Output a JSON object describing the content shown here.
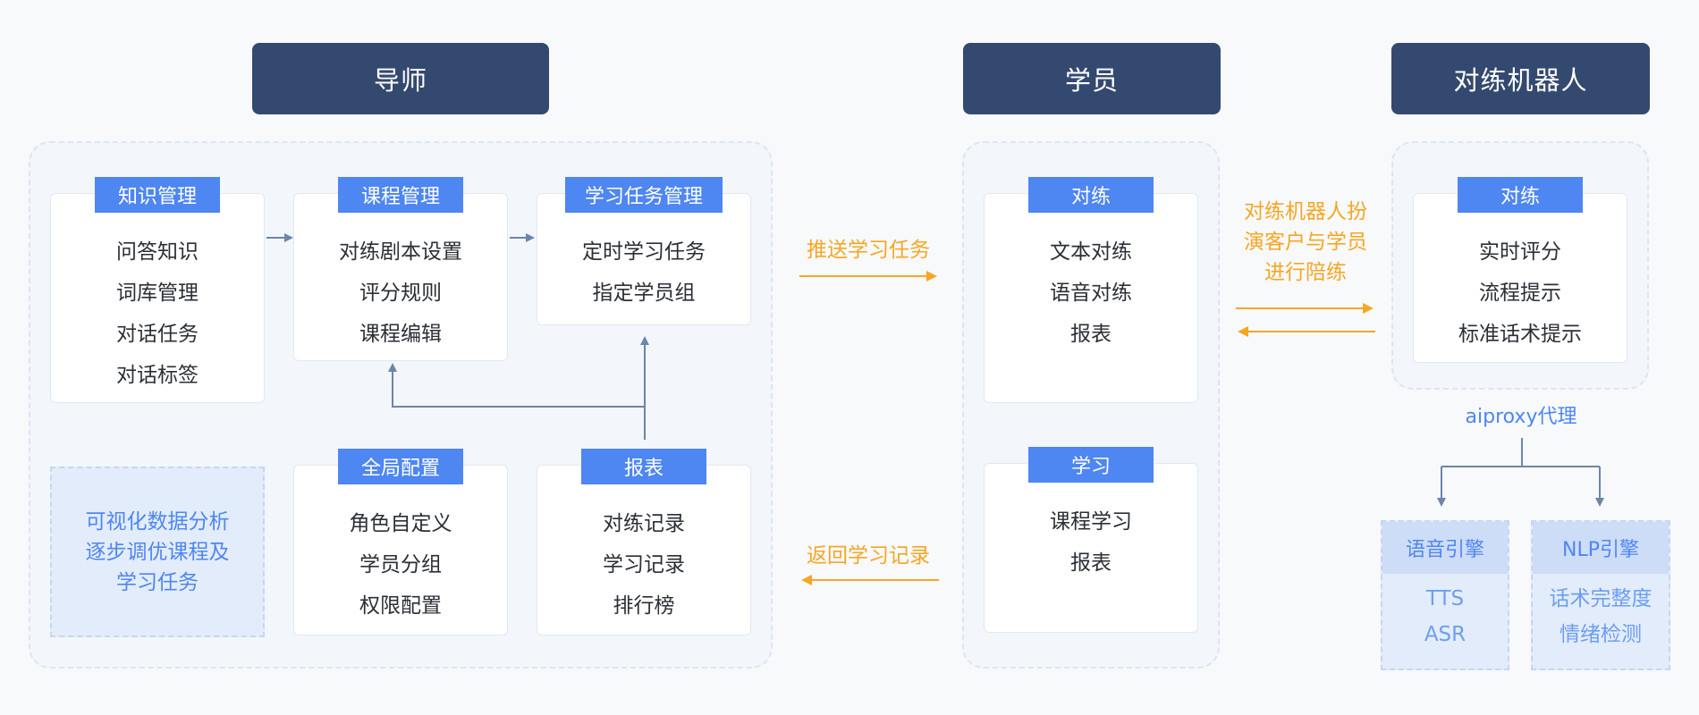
{
  "headers": {
    "mentor": "导师",
    "student": "学员",
    "robot": "对练机器人"
  },
  "mentor": {
    "knowledge": {
      "title": "知识管理",
      "items": [
        "问答知识",
        "词库管理",
        "对话任务",
        "对话标签"
      ]
    },
    "course": {
      "title": "课程管理",
      "items": [
        "对练剧本设置",
        "评分规则",
        "课程编辑"
      ]
    },
    "task": {
      "title": "学习任务管理",
      "items": [
        "定时学习任务",
        "指定学员组"
      ]
    },
    "global": {
      "title": "全局配置",
      "items": [
        "角色自定义",
        "学员分组",
        "权限配置"
      ]
    },
    "report": {
      "title": "报表",
      "items": [
        "对练记录",
        "学习记录",
        "排行榜"
      ]
    },
    "visual": [
      "可视化数据分析",
      "逐步调优课程及",
      "学习任务"
    ]
  },
  "flows": {
    "push": "推送学习任务",
    "return": "返回学习记录",
    "robot_desc": [
      "对练机器人扮",
      "演客户与学员",
      "进行陪练"
    ]
  },
  "student": {
    "practice": {
      "title": "对练",
      "items": [
        "文本对练",
        "语音对练",
        "报表"
      ]
    },
    "learn": {
      "title": "学习",
      "items": [
        "课程学习",
        "报表"
      ]
    }
  },
  "robot": {
    "practice": {
      "title": "对练",
      "items": [
        "实时评分",
        "流程提示",
        "标准话术提示"
      ]
    },
    "proxy": "aiproxy代理",
    "voice": {
      "title": "语音引擎",
      "items": [
        "TTS",
        "ASR"
      ]
    },
    "nlp": {
      "title": "NLP引擎",
      "items": [
        "话术完整度",
        "情绪检测"
      ]
    }
  },
  "colors": {
    "header_bg": "#34496f",
    "tab_bg": "#4e86f2",
    "orange": "#f6a623",
    "arrow_gray": "#6b86aa"
  }
}
